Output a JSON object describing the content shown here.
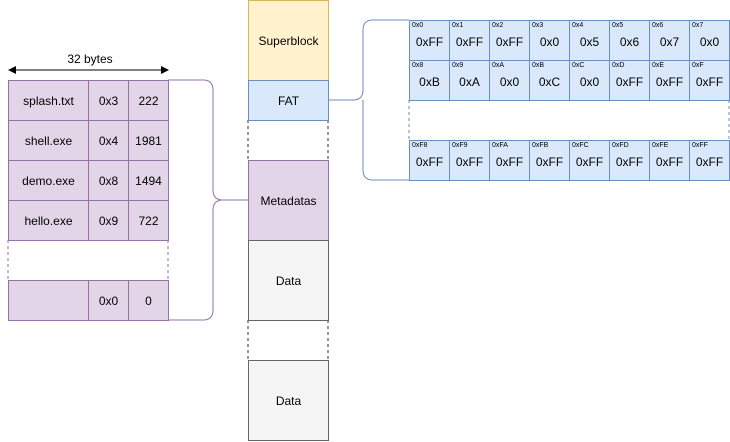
{
  "table": {
    "width_label": "32 bytes",
    "rows": [
      [
        "splash.txt",
        "0x3",
        "222"
      ],
      [
        "shell.exe",
        "0x4",
        "1981"
      ],
      [
        "demo.exe",
        "0x8",
        "1494"
      ],
      [
        "hello.exe",
        "0x9",
        "722"
      ]
    ],
    "last_row": [
      "",
      "0x0",
      "0"
    ]
  },
  "disk": {
    "superblock": "Superblock",
    "fat": "FAT",
    "metadatas": "Metadatas",
    "data1": "Data",
    "data2": "Data"
  },
  "fat_table": {
    "row1": [
      [
        "0x0",
        "0xFF"
      ],
      [
        "0x1",
        "0xFF"
      ],
      [
        "0x2",
        "0xFF"
      ],
      [
        "0x3",
        "0x0"
      ],
      [
        "0x4",
        "0x5"
      ],
      [
        "0x5",
        "0x6"
      ],
      [
        "0x6",
        "0x7"
      ],
      [
        "0x7",
        "0x0"
      ]
    ],
    "row2": [
      [
        "0x8",
        "0xB"
      ],
      [
        "0x9",
        "0xA"
      ],
      [
        "0xA",
        "0x0"
      ],
      [
        "0xB",
        "0xC"
      ],
      [
        "0xC",
        "0x0"
      ],
      [
        "0xD",
        "0xFF"
      ],
      [
        "0xE",
        "0xFF"
      ],
      [
        "0xF",
        "0xFF"
      ]
    ],
    "row3": [
      [
        "0xF8",
        "0xFF"
      ],
      [
        "0xF9",
        "0xFF"
      ],
      [
        "0xFA",
        "0xFF"
      ],
      [
        "0xFB",
        "0xFF"
      ],
      [
        "0xFC",
        "0xFF"
      ],
      [
        "0xFD",
        "0xFF"
      ],
      [
        "0xFE",
        "0xFF"
      ],
      [
        "0xFF",
        "0xFF"
      ]
    ]
  },
  "colors": {
    "metadata_fill": "#e1d5e7",
    "metadata_stroke": "#9673a6",
    "superblock_fill": "#fff2cc",
    "superblock_stroke": "#d6b656",
    "fat_fill": "#dae8fc",
    "fat_stroke": "#6c8ebf",
    "data_fill": "#f5f5f5",
    "data_stroke": "#666666"
  }
}
